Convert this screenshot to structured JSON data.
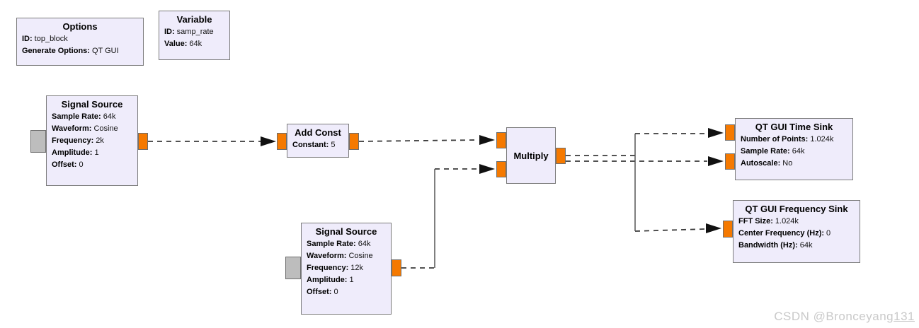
{
  "blocks": {
    "options": {
      "title": "Options",
      "params": [
        {
          "label": "ID:",
          "value": "top_block"
        },
        {
          "label": "Generate Options:",
          "value": "QT GUI"
        }
      ]
    },
    "variable": {
      "title": "Variable",
      "params": [
        {
          "label": "ID:",
          "value": "samp_rate"
        },
        {
          "label": "Value:",
          "value": "64k"
        }
      ]
    },
    "signal_source_1": {
      "title": "Signal Source",
      "params": [
        {
          "label": "Sample Rate:",
          "value": "64k"
        },
        {
          "label": "Waveform:",
          "value": "Cosine"
        },
        {
          "label": "Frequency:",
          "value": "2k"
        },
        {
          "label": "Amplitude:",
          "value": "1"
        },
        {
          "label": "Offset:",
          "value": "0"
        }
      ]
    },
    "add_const": {
      "title": "Add Const",
      "params": [
        {
          "label": "Constant:",
          "value": "5"
        }
      ]
    },
    "signal_source_2": {
      "title": "Signal Source",
      "params": [
        {
          "label": "Sample Rate:",
          "value": "64k"
        },
        {
          "label": "Waveform:",
          "value": "Cosine"
        },
        {
          "label": "Frequency:",
          "value": "12k"
        },
        {
          "label": "Amplitude:",
          "value": "1"
        },
        {
          "label": "Offset:",
          "value": "0"
        }
      ]
    },
    "multiply": {
      "title": "Multiply",
      "params": []
    },
    "time_sink": {
      "title": "QT GUI Time Sink",
      "params": [
        {
          "label": "Number of Points:",
          "value": "1.024k"
        },
        {
          "label": "Sample Rate:",
          "value": "64k"
        },
        {
          "label": "Autoscale:",
          "value": "No"
        }
      ]
    },
    "freq_sink": {
      "title": "QT GUI Frequency Sink",
      "params": [
        {
          "label": "FFT Size:",
          "value": "1.024k"
        },
        {
          "label": "Center Frequency (Hz):",
          "value": "0"
        },
        {
          "label": "Bandwidth (Hz):",
          "value": "64k"
        }
      ]
    }
  },
  "connections": [
    {
      "from": "signal_source_1.out0",
      "to": "add_const.in0"
    },
    {
      "from": "add_const.out0",
      "to": "multiply.in0"
    },
    {
      "from": "signal_source_2.out0",
      "to": "multiply.in1"
    },
    {
      "from": "multiply.out0",
      "to": "time_sink.in0"
    },
    {
      "from": "multiply.out0",
      "to": "time_sink.in1"
    },
    {
      "from": "multiply.out0",
      "to": "freq_sink.in0"
    }
  ],
  "watermark": {
    "prefix": "CSDN @Bronceyang",
    "underlined": "131"
  },
  "colors": {
    "block_fill": "#efecfb",
    "block_border": "#7b7b7b",
    "port_float": "#f57900",
    "port_message_gray": "#bdbdbd",
    "wire": "#3a3a3a",
    "watermark": "#c9c9c9"
  }
}
